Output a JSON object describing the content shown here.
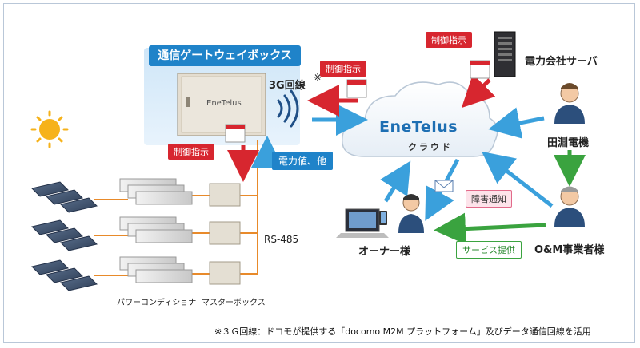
{
  "gateway_title": "通信ゲートウェイボックス",
  "box_logo": "EneTelus",
  "cloud": {
    "brand": "EneTelus",
    "sub": "クラウド"
  },
  "labels": {
    "line_3g": "3G回線",
    "line_3g_mark": "※",
    "power_value": "電力値、他",
    "rs485": "RS-485",
    "power_conditioner": "パワーコンディショナ",
    "master_box": "マスターボックス",
    "owner": "オーナー様",
    "om_operator": "O&M事業者様",
    "tabuchi": "田淵電機",
    "power_server": "電力会社サーバ"
  },
  "tags": {
    "control_cmd": "制御指示",
    "fault_notice": "障害通知",
    "service": "サービス提供"
  },
  "footnote": "※３Ｇ回線：ドコモが提供する「docomo M2M プラットフォーム」及びデータ通信回線を活用",
  "colors": {
    "blue_arrow": "#3aa0dc",
    "red_arrow": "#d7262f",
    "green_arrow": "#3aa33f",
    "orange_wire": "#e88a2a",
    "gateway_header": "#1f83c9"
  }
}
